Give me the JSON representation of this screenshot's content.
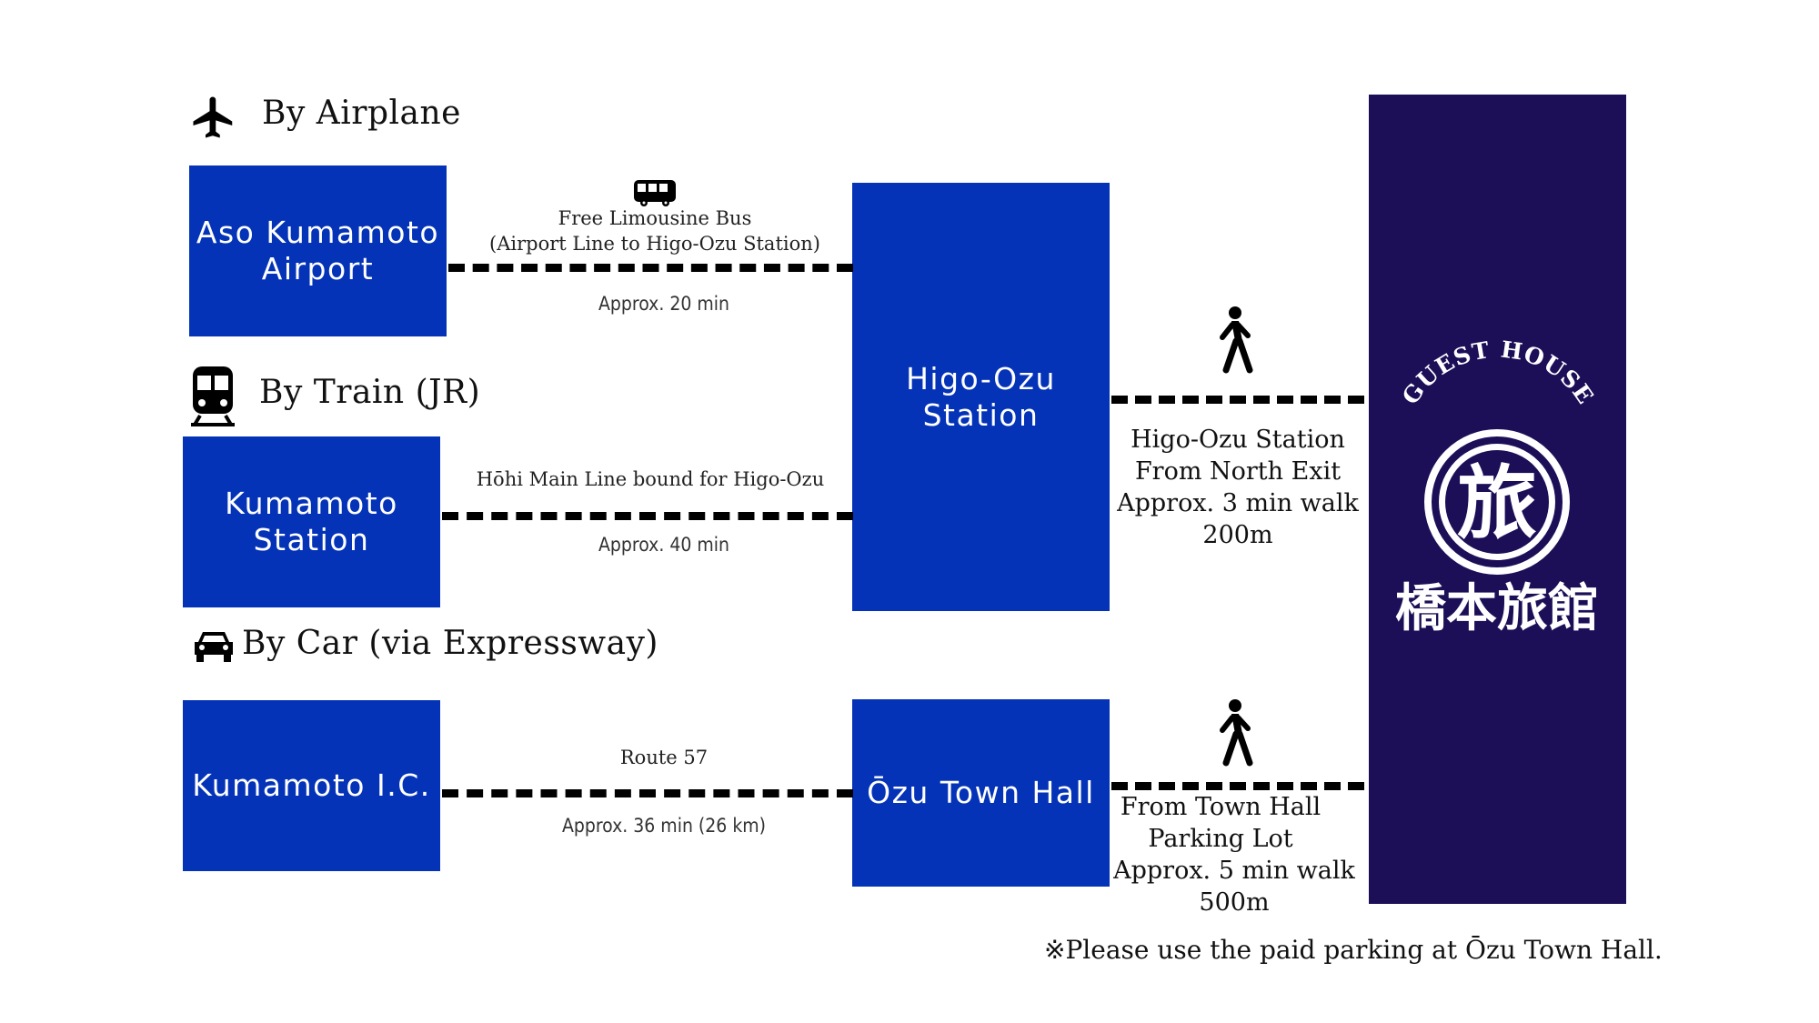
{
  "sections": {
    "airplane": {
      "heading": "By Airplane",
      "icon": "airplane-icon"
    },
    "train": {
      "heading": "By Train (JR)",
      "icon": "train-icon"
    },
    "car": {
      "heading": "By Car (via Expressway)",
      "icon": "car-icon"
    }
  },
  "boxes": {
    "airport": "Aso Kumamoto\nAirport",
    "kumamoto_station": "Kumamoto\nStation",
    "kumamoto_ic": "Kumamoto I.C.",
    "higo_ozu": "Higo-Ozu\nStation",
    "town_hall": "Ōzu Town Hall"
  },
  "routes": {
    "bus": {
      "icon": "bus-icon",
      "line1": "Free Limousine Bus",
      "line2": "(Airport Line to Higo-Ozu Station)",
      "time": "Approx. 20 min"
    },
    "train": {
      "line1": "Hōhi Main Line bound for Higo-Ozu",
      "time": "Approx. 40 min"
    },
    "car": {
      "line1": "Route 57",
      "time": "Approx. 36 min (26 km)"
    }
  },
  "walks": {
    "from_station": {
      "icon": "walking-person-icon",
      "lines": [
        "Higo-Ozu Station",
        "From North Exit",
        "Approx. 3 min walk",
        "200m"
      ]
    },
    "from_hall": {
      "icon": "walking-person-icon",
      "lines": [
        "From Town Hall",
        "Parking Lot",
        "Approx. 5 min walk",
        "500m"
      ]
    }
  },
  "destination": {
    "arc_text": "GUEST HOUSE",
    "emblem_char": "旅",
    "name": "橋本旅館",
    "background": "#1c0f58"
  },
  "note": "※Please use the paid parking at Ōzu Town Hall.",
  "colors": {
    "box": "#0433b7",
    "dash": "#000000"
  }
}
